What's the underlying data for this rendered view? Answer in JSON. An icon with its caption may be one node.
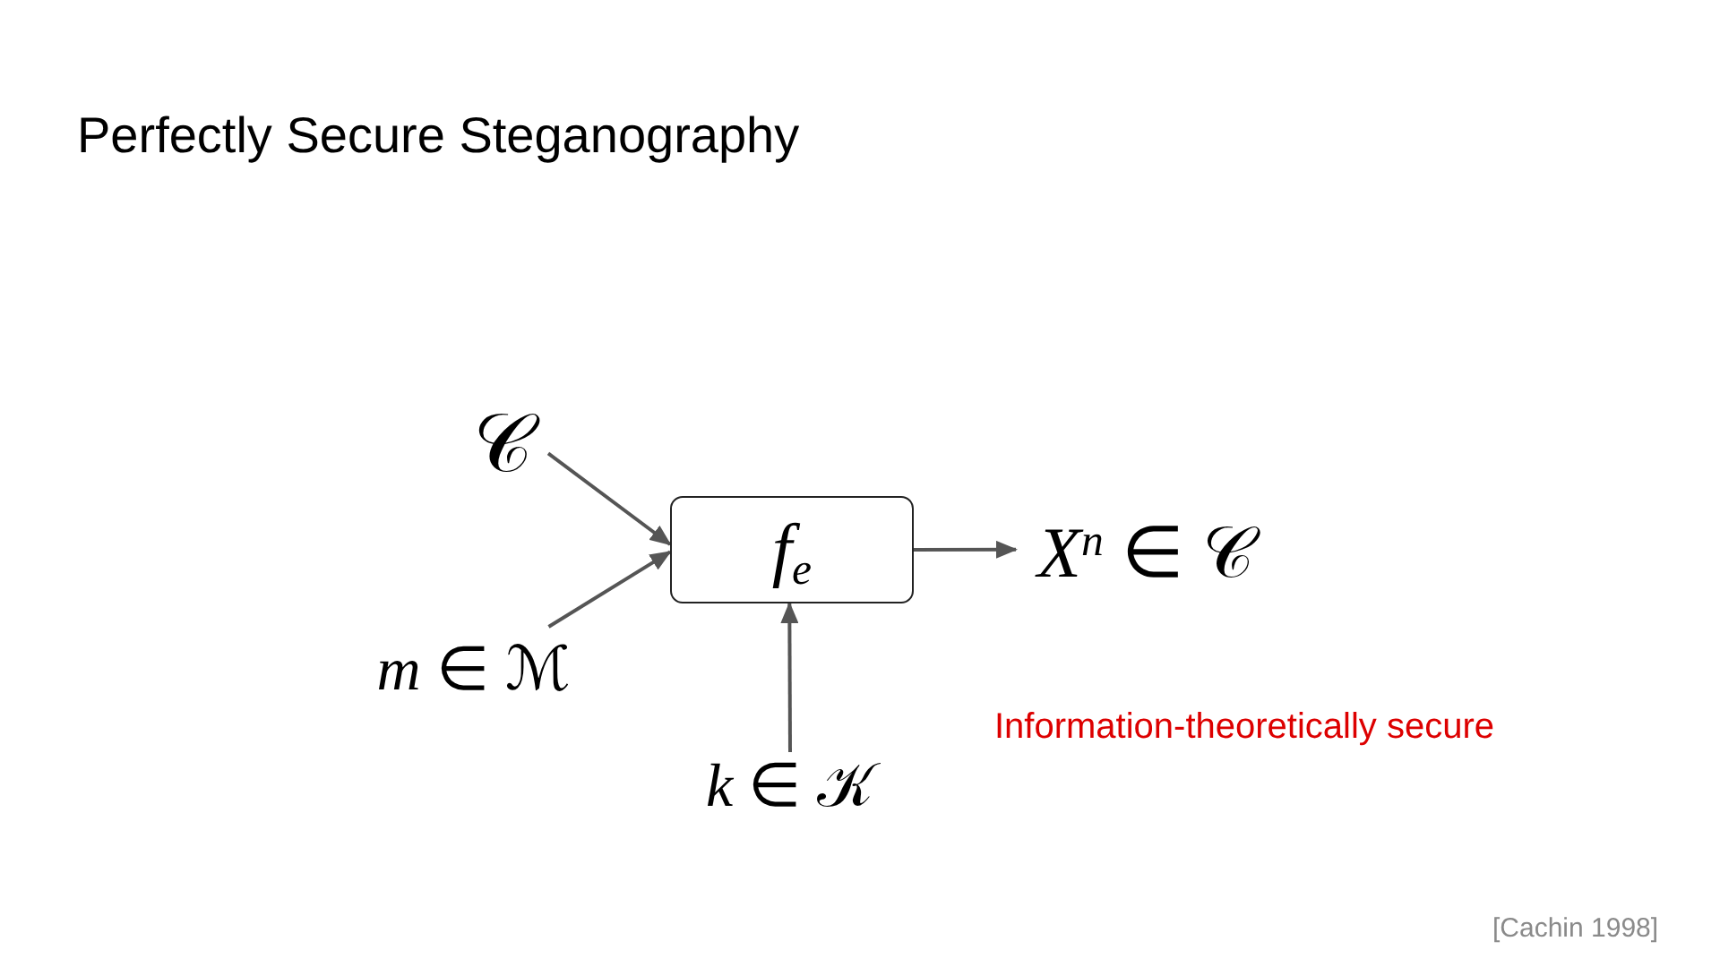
{
  "diagram": {
    "title": "Perfectly Secure Steganography",
    "nodes": [
      {
        "text": [
          "𝒞"
        ]
      },
      {
        "text": [
          "*m* ∈ ℳ"
        ]
      },
      {
        "text": [
          "f$_{e}$"
        ]
      },
      {
        "text": [
          "*k* ∈ 𝒦"
        ]
      },
      {
        "text": [
          "*X*$^{n}$ ∈ 𝒞"
        ]
      }
    ],
    "edges": [
      {
        "from": 0,
        "to": 2,
        "arrow": "to"
      },
      {
        "from": 1,
        "to": 2,
        "arrow": "to"
      },
      {
        "from": 3,
        "to": 2,
        "arrow": "to"
      },
      {
        "from": 2,
        "to": 4,
        "arrow": "to"
      }
    ],
    "labels": [
      "Information-theoretically secure",
      "[Cachin 1998]"
    ]
  }
}
